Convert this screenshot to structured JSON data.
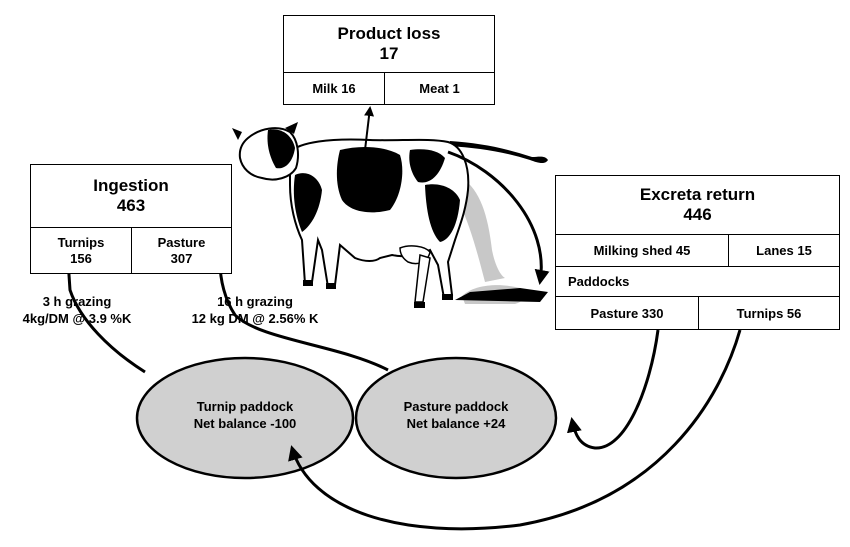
{
  "product_loss": {
    "title": "Product loss",
    "value": "17",
    "milk": "Milk 16",
    "meat": "Meat 1"
  },
  "ingestion": {
    "title": "Ingestion",
    "value": "463",
    "turnips_label": "Turnips",
    "turnips_value": "156",
    "pasture_label": "Pasture",
    "pasture_value": "307"
  },
  "excreta": {
    "title": "Excreta return",
    "value": "446",
    "milking_shed": "Milking shed 45",
    "lanes": "Lanes 15",
    "paddocks": "Paddocks",
    "pasture": "Pasture 330",
    "turnips": "Turnips 56"
  },
  "grazing_turnip": {
    "line1": "3 h grazing",
    "line2": "4kg/DM @ 3.9 %K"
  },
  "grazing_pasture": {
    "line1": "16 h grazing",
    "line2": "12 kg DM @ 2.56% K"
  },
  "turnip_paddock": {
    "line1": "Turnip paddock",
    "line2": "Net balance  -100"
  },
  "pasture_paddock": {
    "line1": "Pasture paddock",
    "line2": "Net balance  +24"
  },
  "colors": {
    "ellipse_fill": "#d0d0d0",
    "cow_black": "#000000",
    "cow_white": "#ffffff",
    "shadow_gray": "#c8c8c8"
  }
}
